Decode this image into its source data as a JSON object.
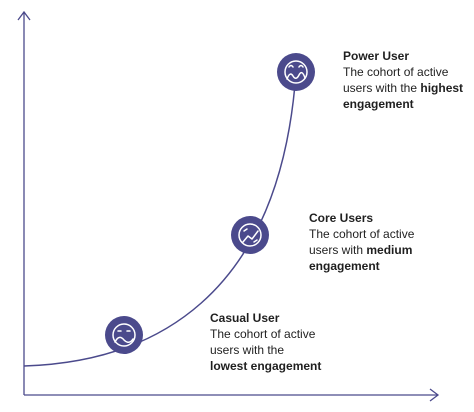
{
  "colors": {
    "axis": "#4b4a8c",
    "curve": "#4b4a8c",
    "circle_fill": "#4b4a8c",
    "icon_stroke": "#ffffff",
    "text": "#1f1f1f"
  },
  "segments": [
    {
      "id": "power",
      "icon": "power-user-face-icon",
      "title": "Power User",
      "line1": "The cohort of active",
      "line2_prefix": "users with the ",
      "line2_bold": "highest",
      "line3_bold": "engagement"
    },
    {
      "id": "core",
      "icon": "core-user-trend-icon",
      "title": "Core Users",
      "line1": "The cohort of active",
      "line2_prefix": "users with ",
      "line2_bold": "medium",
      "line3_bold": "engagement"
    },
    {
      "id": "casual",
      "icon": "casual-user-face-icon",
      "title": "Casual User",
      "line1": "The cohort of active",
      "line2_prefix": "users with the",
      "line3_bold": "lowest engagement"
    }
  ]
}
